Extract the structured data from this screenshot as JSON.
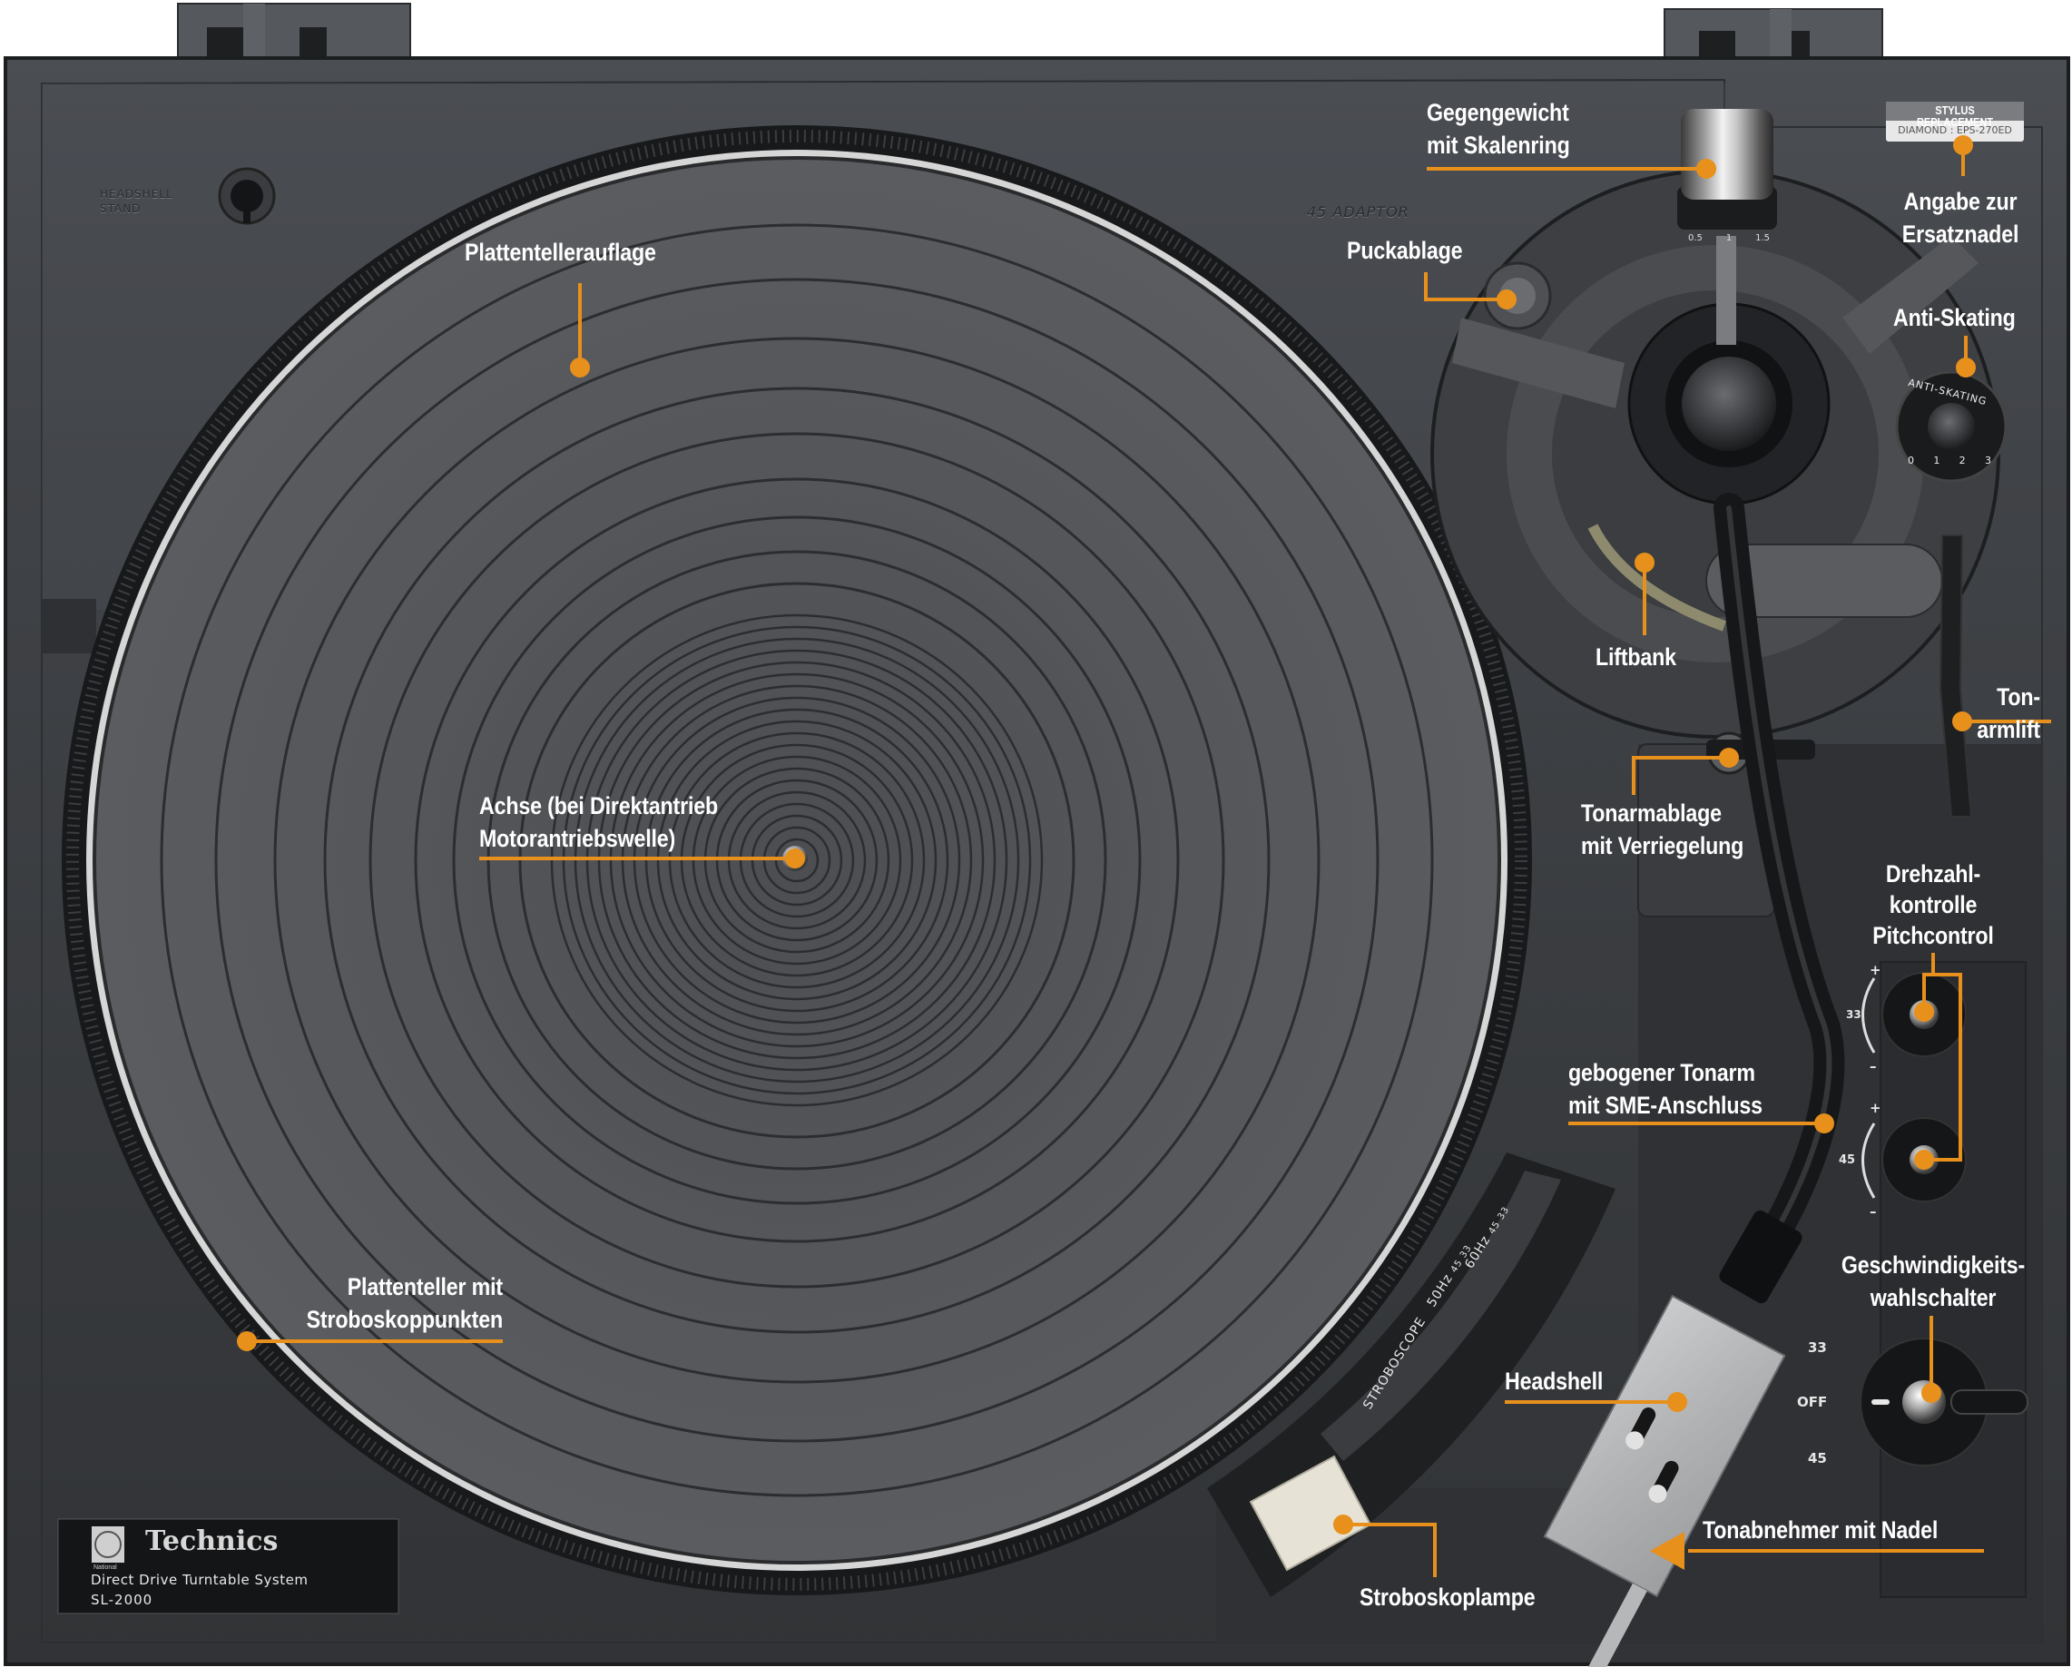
{
  "colors": {
    "accent": "#e8901c",
    "label_text": "#ffffff",
    "chassis": "#3c3e42",
    "chassis_top": "#4a4d52",
    "mat": "#56585c",
    "platter_rim": "#d8d8d8",
    "metal": "#b9bbbd"
  },
  "device": {
    "brand": "Technics",
    "maker_badge": "National",
    "subtitle": "Direct Drive Turntable System",
    "model": "SL-2000",
    "headshell_stand_line1": "HEADSHELL",
    "headshell_stand_line2": "STAND",
    "adaptor_text": "45 ADAPTOR",
    "stylus_plate": {
      "title": "STYLUS REPLACEMENT",
      "left": "DIAMOND",
      "sep": ":",
      "right": "EPS-270ED"
    },
    "antiskating_dial": {
      "ring_text": "ANTI-SKATING",
      "marks": [
        "0",
        "1",
        "2",
        "3"
      ]
    },
    "counterweight_scale": [
      "0.5",
      "1",
      "1.5"
    ],
    "strobe": {
      "brand": "STROBOSCOPE",
      "row1": "50Hz",
      "row2": "60Hz",
      "row1_speeds": "45 33",
      "row2_speeds": "45 33"
    },
    "pitch": {
      "plus": "+",
      "minus": "–",
      "label33": "33",
      "label45": "45"
    },
    "speed_selector": {
      "options": [
        "33",
        "OFF",
        "45"
      ],
      "selected": "OFF"
    }
  },
  "annotations": [
    {
      "id": "gegengewicht",
      "lines": [
        "Gegengewicht",
        "mit Skalenring"
      ]
    },
    {
      "id": "ersatznadel",
      "lines": [
        "Angabe zur",
        "Ersatznadel"
      ]
    },
    {
      "id": "puckablage",
      "lines": [
        "Puckablage"
      ]
    },
    {
      "id": "plattentellerauflage",
      "lines": [
        "Plattentellerauflage"
      ]
    },
    {
      "id": "antiskating",
      "lines": [
        "Anti-Skating"
      ]
    },
    {
      "id": "liftbank",
      "lines": [
        "Liftbank"
      ]
    },
    {
      "id": "tonarmlift",
      "lines": [
        "Ton-",
        "armlift"
      ]
    },
    {
      "id": "tonarmablage",
      "lines": [
        "Tonarmablage",
        "mit Verriegelung"
      ]
    },
    {
      "id": "achse",
      "lines": [
        "Achse (bei Direktantrieb",
        "Motorantriebswelle)"
      ]
    },
    {
      "id": "drehzahl",
      "lines": [
        "Drehzahl-",
        "kontrolle",
        "Pitchcontrol"
      ]
    },
    {
      "id": "tonarm",
      "lines": [
        "gebogener Tonarm",
        "mit SME-Anschluss"
      ]
    },
    {
      "id": "plattenteller",
      "lines": [
        "Plattenteller mit",
        "Stroboskoppunkten"
      ]
    },
    {
      "id": "geschwindigkeit",
      "lines": [
        "Geschwindigkeits-",
        "wahlschalter"
      ]
    },
    {
      "id": "headshell",
      "lines": [
        "Headshell"
      ]
    },
    {
      "id": "tonabnehmer",
      "lines": [
        "Tonabnehmer mit Nadel"
      ]
    },
    {
      "id": "stroboskoplampe",
      "lines": [
        "Stroboskoplampe"
      ]
    }
  ]
}
